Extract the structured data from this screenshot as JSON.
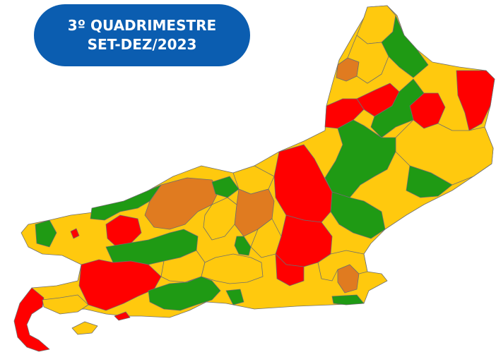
{
  "title": {
    "line1": "3º QUADRIMESTRE",
    "line2": "SET-DEZ/2023",
    "background": "#0b5db0",
    "text_color": "#ffffff"
  },
  "map": {
    "palette": {
      "red": "#ff0000",
      "orange": "#e07b20",
      "yellow": "#ffc90e",
      "green": "#1f9a14"
    },
    "regions": [
      {
        "name": "north-tip-yellow",
        "color": "yellow"
      },
      {
        "name": "north-green-strip",
        "color": "green"
      },
      {
        "name": "north-orange",
        "color": "orange"
      },
      {
        "name": "north-yellow-2",
        "color": "yellow"
      },
      {
        "name": "north-red-1",
        "color": "red"
      },
      {
        "name": "north-red-2",
        "color": "red"
      },
      {
        "name": "northeast-red",
        "color": "red"
      },
      {
        "name": "northeast-green",
        "color": "green"
      },
      {
        "name": "northeast-yellow",
        "color": "yellow"
      },
      {
        "name": "coast-yellow-east",
        "color": "yellow"
      },
      {
        "name": "center-green-large",
        "color": "green"
      },
      {
        "name": "center-red-column",
        "color": "red"
      },
      {
        "name": "center-red-lower",
        "color": "red"
      },
      {
        "name": "center-orange",
        "color": "orange"
      },
      {
        "name": "center-yellow",
        "color": "yellow"
      },
      {
        "name": "west-orange-block",
        "color": "orange"
      },
      {
        "name": "west-green-1",
        "color": "green"
      },
      {
        "name": "west-green-2",
        "color": "green"
      },
      {
        "name": "west-yellow",
        "color": "yellow"
      },
      {
        "name": "west-red",
        "color": "red"
      },
      {
        "name": "southwest-red",
        "color": "red"
      },
      {
        "name": "southwest-green",
        "color": "green"
      },
      {
        "name": "south-yellow",
        "color": "yellow"
      },
      {
        "name": "metro-green",
        "color": "green"
      },
      {
        "name": "metro-yellow",
        "color": "yellow"
      },
      {
        "name": "east-coast-orange",
        "color": "orange"
      },
      {
        "name": "east-coast-yellow",
        "color": "yellow"
      },
      {
        "name": "east-green",
        "color": "green"
      },
      {
        "name": "far-southwest-red",
        "color": "red"
      },
      {
        "name": "ilha-grande-yellow",
        "color": "yellow"
      }
    ]
  }
}
